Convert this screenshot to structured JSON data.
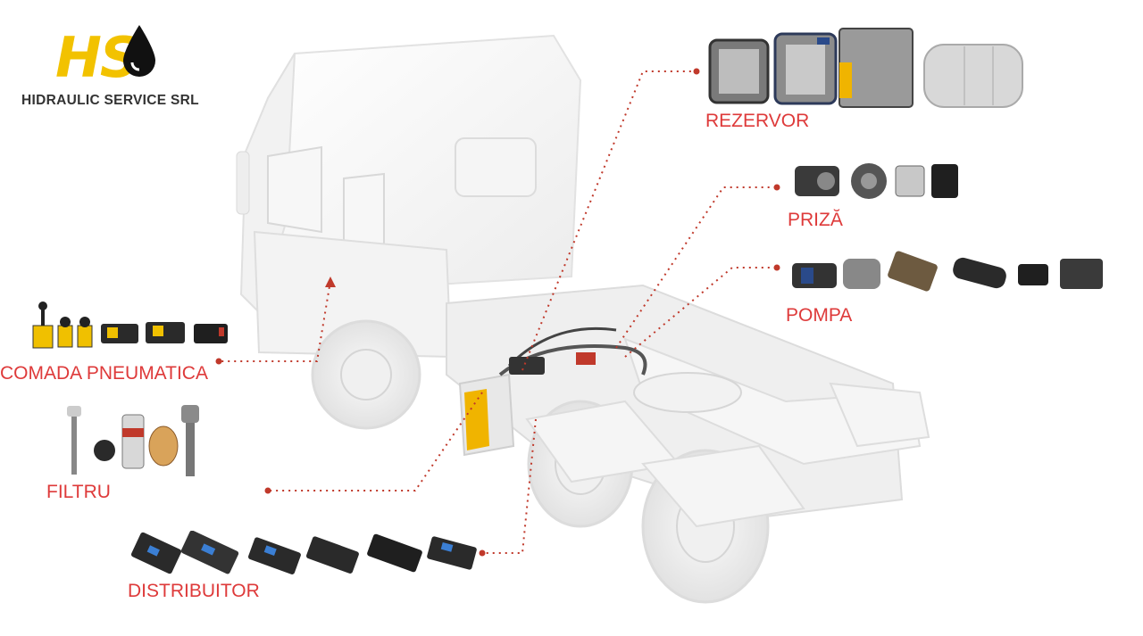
{
  "logo": {
    "mark": "HS",
    "company": "HIDRAULIC SERVICE SRL",
    "brand_color": "#f2c200"
  },
  "categories": {
    "rezervor": "REZERVOR",
    "priza": "PRIZĂ",
    "pompa": "POMPA",
    "comanda": "COMADA PNEUMATICA",
    "filtru": "FILTRU",
    "distribuitor": "DISTRIBUITOR"
  },
  "colors": {
    "label": "#de3a3a",
    "leader_line": "#c0392b",
    "truck": "#f4f4f4",
    "truck_outline": "#dcdcdc",
    "tank_accent": "#f0b400"
  }
}
